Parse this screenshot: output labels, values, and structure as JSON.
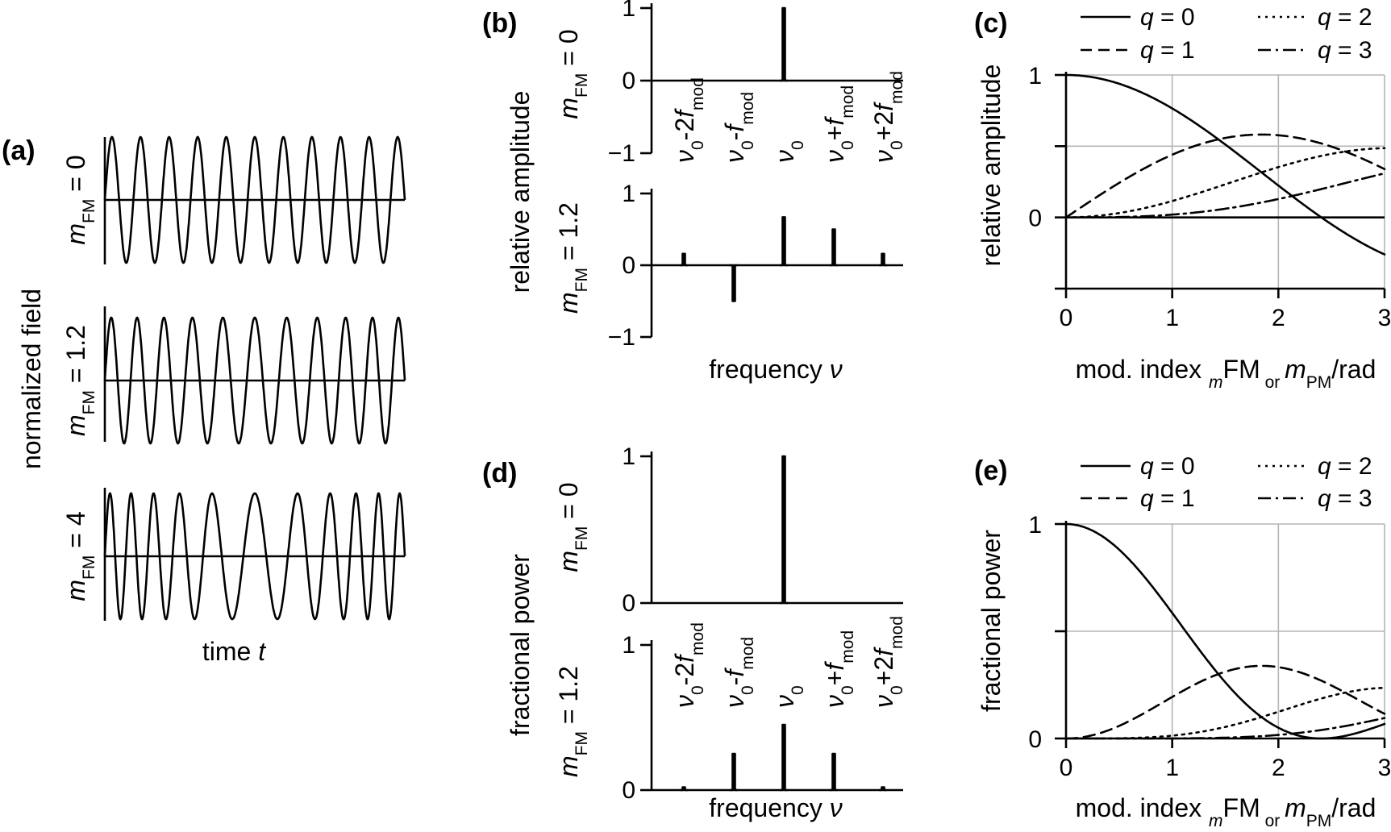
{
  "chart_data": [
    {
      "id": "a",
      "panel_label": "(a)",
      "type": "line",
      "ylabel": "normalized field",
      "xlabel": "time t",
      "xlabel_parts": [
        "time ",
        "t"
      ],
      "rows": [
        {
          "label": [
            "m",
            "FM",
            " = 0"
          ],
          "modulation_index": 0
        },
        {
          "label": [
            "m",
            "FM",
            " = 1.2"
          ],
          "modulation_index": 1.2
        },
        {
          "label": [
            "m",
            "FM",
            " = 4"
          ],
          "modulation_index": 4
        }
      ]
    },
    {
      "id": "b",
      "panel_label": "(b)",
      "type": "bar",
      "ylabel": "relative amplitude",
      "xlabel": "frequency ν",
      "xlabel_parts": [
        "frequency ",
        "ν"
      ],
      "categories": [
        "ν0-2fmod",
        "ν0-fmod",
        "ν0",
        "ν0+fmod",
        "ν0+2fmod"
      ],
      "category_labels": [
        [
          "ν",
          "0",
          "-2",
          "f",
          "mod"
        ],
        [
          "ν",
          "0",
          "-",
          "f",
          "mod"
        ],
        [
          "ν",
          "0",
          "",
          "",
          ""
        ],
        [
          "ν",
          "0",
          "+",
          "f",
          "mod"
        ],
        [
          "ν",
          "0",
          "+2",
          "f",
          "mod"
        ]
      ],
      "ylim": [
        -1,
        1
      ],
      "yticks": [
        -1,
        0,
        1
      ],
      "ytick_labels": [
        "−1",
        "0",
        "1"
      ],
      "rows": [
        {
          "label": [
            "m",
            "FM",
            " = 0"
          ],
          "values": [
            0,
            0,
            1,
            0,
            0
          ]
        },
        {
          "label": [
            "m",
            "FM",
            " = 1.2"
          ],
          "values": [
            0.16,
            -0.5,
            0.67,
            0.5,
            0.16
          ]
        }
      ]
    },
    {
      "id": "c",
      "panel_label": "(c)",
      "type": "line",
      "ylabel": "relative amplitude",
      "xlabel_parts": [
        "mod. index ",
        "m",
        "FM",
        " or ",
        "m",
        "PM",
        "/rad"
      ],
      "xlim": [
        0,
        3
      ],
      "ylim": [
        -0.5,
        1
      ],
      "xticks": [
        0,
        1,
        2,
        3
      ],
      "yticks": [
        0,
        1
      ],
      "grid": true,
      "legend_position": "top",
      "series": [
        {
          "name": "q = 0",
          "q": "0",
          "dash": "solid"
        },
        {
          "name": "q = 1",
          "q": "1",
          "dash": "dashed"
        },
        {
          "name": "q = 2",
          "q": "2",
          "dash": "dotted"
        },
        {
          "name": "q = 3",
          "q": "3",
          "dash": "dashdot"
        }
      ],
      "function": "J_q(m)"
    },
    {
      "id": "d",
      "panel_label": "(d)",
      "type": "bar",
      "ylabel": "fractional power",
      "xlabel": "frequency ν",
      "xlabel_parts": [
        "frequency ",
        "ν"
      ],
      "categories": [
        "ν0-2fmod",
        "ν0-fmod",
        "ν0",
        "ν0+fmod",
        "ν0+2fmod"
      ],
      "category_labels": [
        [
          "ν",
          "0",
          "-2",
          "f",
          "mod"
        ],
        [
          "ν",
          "0",
          "-",
          "f",
          "mod"
        ],
        [
          "ν",
          "0",
          "",
          "",
          ""
        ],
        [
          "ν",
          "0",
          "+",
          "f",
          "mod"
        ],
        [
          "ν",
          "0",
          "+2",
          "f",
          "mod"
        ]
      ],
      "ylim": [
        0,
        1
      ],
      "yticks": [
        0,
        1
      ],
      "ytick_labels": [
        "0",
        "1"
      ],
      "rows": [
        {
          "label": [
            "m",
            "FM",
            " = 0"
          ],
          "values": [
            0,
            0,
            1,
            0,
            0
          ]
        },
        {
          "label": [
            "m",
            "FM",
            " = 1.2"
          ],
          "values": [
            0.02,
            0.25,
            0.45,
            0.25,
            0.02
          ]
        }
      ]
    },
    {
      "id": "e",
      "panel_label": "(e)",
      "type": "line",
      "ylabel": "fractional power",
      "xlabel_parts": [
        "mod. index ",
        "m",
        "FM",
        " or ",
        "m",
        "PM",
        "/rad"
      ],
      "xlim": [
        0,
        3
      ],
      "ylim": [
        0,
        1
      ],
      "xticks": [
        0,
        1,
        2,
        3
      ],
      "yticks": [
        0,
        1
      ],
      "grid": true,
      "legend_position": "top",
      "series": [
        {
          "name": "q = 0",
          "q": "0",
          "dash": "solid"
        },
        {
          "name": "q = 1",
          "q": "1",
          "dash": "dashed"
        },
        {
          "name": "q = 2",
          "q": "2",
          "dash": "dotted"
        },
        {
          "name": "q = 3",
          "q": "3",
          "dash": "dashdot"
        }
      ],
      "function": "J_q(m)^2"
    }
  ]
}
